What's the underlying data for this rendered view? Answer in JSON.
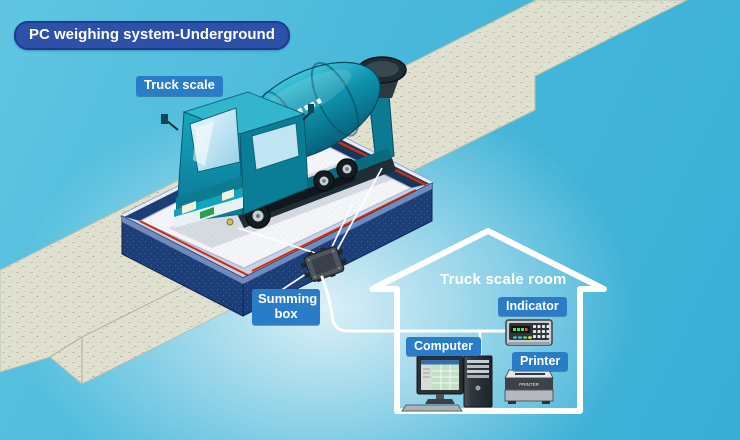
{
  "title": "PC weighing system-Underground",
  "diagram": {
    "truck_scale_label": "Truck scale",
    "summing_box_label": "Summing box",
    "room": {
      "name": "Truck scale room",
      "indicator_label": "Indicator",
      "computer_label": "Computer",
      "printer_label": "Printer",
      "printer_device_text": "PRINTER"
    }
  },
  "colors": {
    "background_cyan": "#45b6d9",
    "label_blue": "#2a7cc6",
    "title_blue": "#2d50a8",
    "concrete_beige": "#e0e0d0",
    "pit_navy": "#1c3e76",
    "truck_teal": "#0f97b2",
    "rail_red": "#cc2d0e",
    "load_cell_yellow": "#f2d44e",
    "cable_white": "#ffffff"
  }
}
